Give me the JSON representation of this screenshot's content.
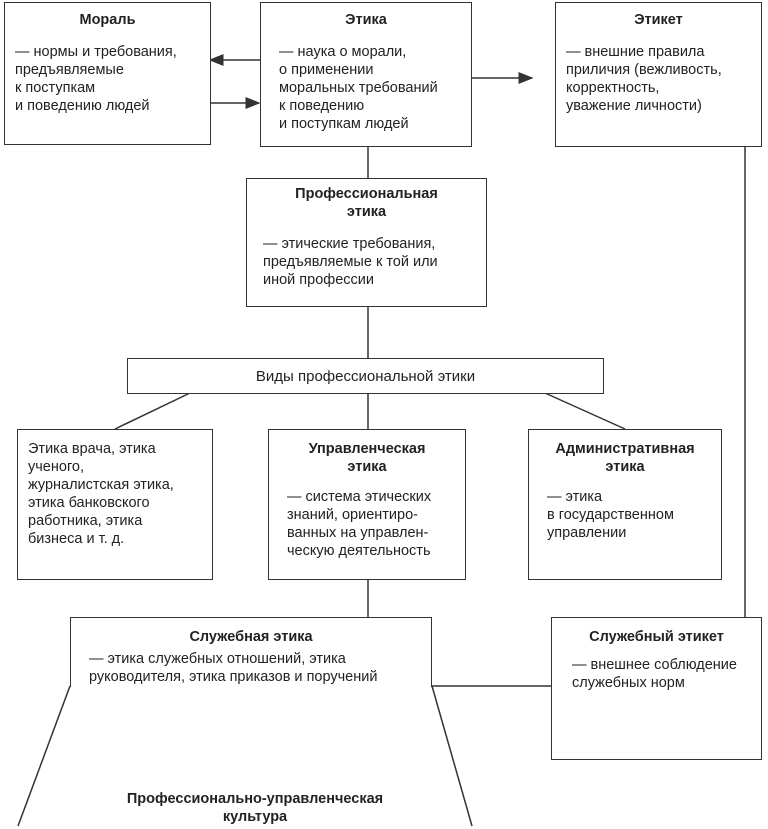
{
  "morality": {
    "title": "Мораль",
    "text": "— нормы и требования,\nпредъявляемые\nк поступкам\nи поведению людей"
  },
  "ethics": {
    "title": "Этика",
    "text": "— наука о морали,\nо применении\nморальных требований\nк поведению\nи поступкам людей"
  },
  "etiquette": {
    "title": "Этикет",
    "text": "— внешние правила\nприличия (вежливость,\nкорректность,\nуважение личности)"
  },
  "professional_ethics": {
    "title": "Профессиональная\nэтика",
    "text": "— этические требования,\nпредъявляемые к той или\nиной профессии"
  },
  "types_bar": {
    "label": "Виды профессиональной этики"
  },
  "examples": {
    "text": "Этика врача, этика\nученого,\nжурналистская этика,\nэтика банковского\nработника, этика\nбизнеса и т. д."
  },
  "management_ethics": {
    "title": "Управленческая\nэтика",
    "text": "— система этических\nзнаний, ориентиро-\nванных на управлен-\nческую деятельность"
  },
  "administrative_ethics": {
    "title": "Административная\nэтика",
    "text": "— этика\nв государственном\nуправлении"
  },
  "service_ethics": {
    "title": "Служебная этика",
    "text": "— этика служебных отношений, этика\nруководителя, этика приказов и поручений"
  },
  "service_etiquette": {
    "title": "Служебный этикет",
    "text": "— внешнее соблюдение\nслужебных норм"
  },
  "culture": {
    "label": "Профессионально-управленческая\nкультура"
  }
}
